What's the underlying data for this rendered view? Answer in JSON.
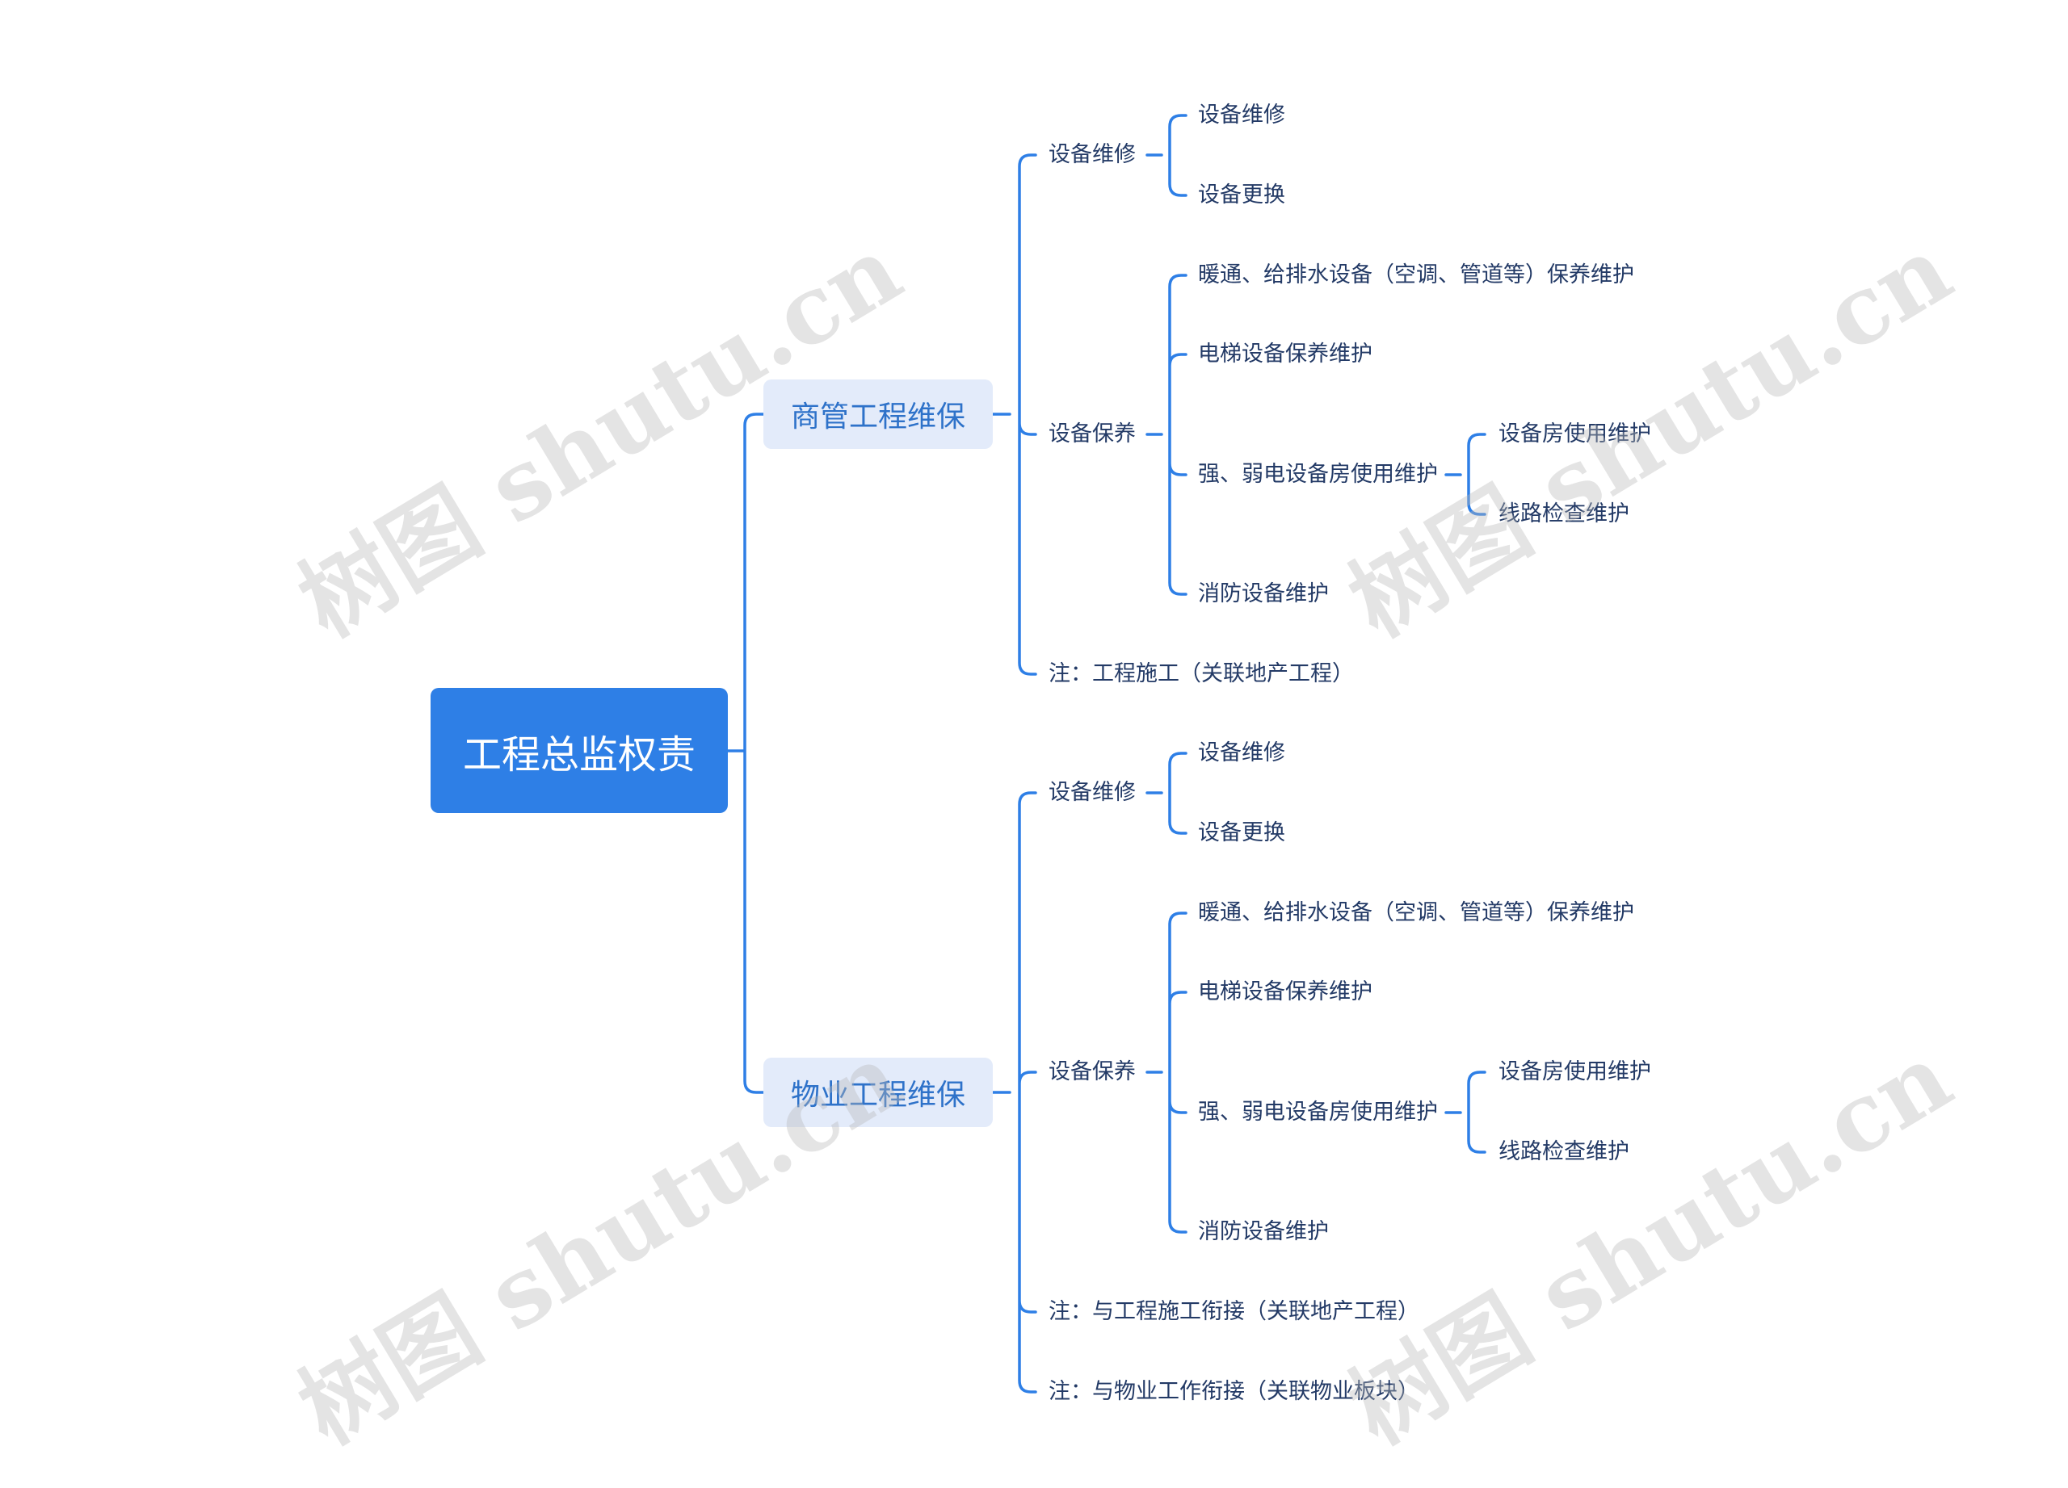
{
  "root": {
    "label": "工程总监权责"
  },
  "branches": [
    {
      "label": "商管工程维保",
      "children": [
        {
          "label": "设备维修",
          "children": [
            {
              "label": "设备维修"
            },
            {
              "label": "设备更换"
            }
          ]
        },
        {
          "label": "设备保养",
          "children": [
            {
              "label": "暖通、给排水设备（空调、管道等）保养维护"
            },
            {
              "label": "电梯设备保养维护"
            },
            {
              "label": "强、弱电设备房使用维护",
              "children": [
                {
                  "label": "设备房使用维护"
                },
                {
                  "label": "线路检查维护"
                }
              ]
            },
            {
              "label": "消防设备维护"
            }
          ]
        },
        {
          "label": "注：工程施工（关联地产工程）"
        }
      ]
    },
    {
      "label": "物业工程维保",
      "children": [
        {
          "label": "设备维修",
          "children": [
            {
              "label": "设备维修"
            },
            {
              "label": "设备更换"
            }
          ]
        },
        {
          "label": "设备保养",
          "children": [
            {
              "label": "暖通、给排水设备（空调、管道等）保养维护"
            },
            {
              "label": "电梯设备保养维护"
            },
            {
              "label": "强、弱电设备房使用维护",
              "children": [
                {
                  "label": "设备房使用维护"
                },
                {
                  "label": "线路检查维护"
                }
              ]
            },
            {
              "label": "消防设备维护"
            }
          ]
        },
        {
          "label": "注：与工程施工衔接（关联地产工程）"
        },
        {
          "label": "注：与物业工作衔接（关联物业板块）"
        }
      ]
    }
  ],
  "watermark": "树图 shutu.cn",
  "colors": {
    "connector": "#2e7fe6",
    "root_fill": "#2e7fe6",
    "branch_fill": "#e3ebfa",
    "branch_text": "#2e72c9",
    "leaf_text": "#233a66"
  }
}
